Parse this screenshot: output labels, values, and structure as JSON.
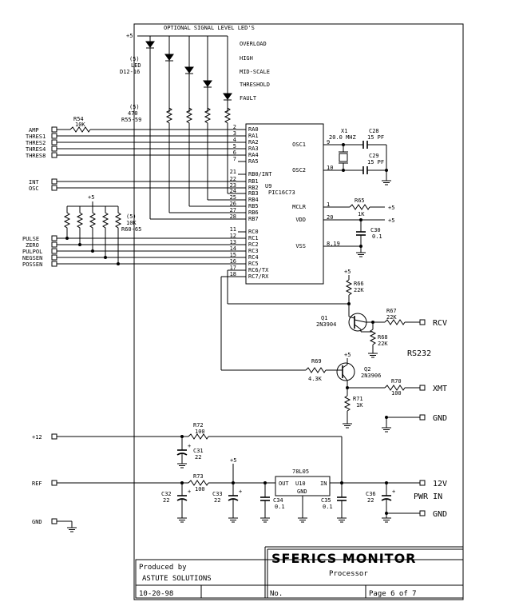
{
  "title_block": {
    "title": "SFERICS MONITOR",
    "subtitle": "Processor",
    "produced_by": "Produced by",
    "company": "ASTUTE SOLUTIONS",
    "date": "10-20-98",
    "number_label": "No.",
    "page": "Page  6 of 7"
  },
  "leds": {
    "header": "OPTIONAL SIGNAL LEVEL LED'S",
    "supply": "+5",
    "count": "(5)",
    "name": "LED",
    "refs": "D12-16",
    "labels": [
      "OVERLOAD",
      "HIGH",
      "MID-SCALE",
      "THRESHOLD",
      "FAULT"
    ],
    "res_count": "(5)",
    "res_value": "470",
    "res_refs": "R55-59"
  },
  "inputs": {
    "analog": [
      "AMP",
      "THRES1",
      "THRES2",
      "THRES4",
      "THRES8"
    ],
    "portb": [
      "INT",
      "OSC"
    ],
    "portc": [
      "PULSE",
      "ZERO",
      "PULPOL",
      "NEGSEN",
      "POSSEN"
    ],
    "r54_ref": "R54",
    "r54_val": "10K",
    "pullup_supply": "+5",
    "pullup_count": "(5)",
    "pullup_val": "10K",
    "pullup_refs": "R60-65"
  },
  "mcu": {
    "ref": "U9",
    "part": "PIC16C73",
    "left_pins": [
      {
        "num": "2",
        "name": "RA0"
      },
      {
        "num": "3",
        "name": "RA1"
      },
      {
        "num": "4",
        "name": "RA2"
      },
      {
        "num": "5",
        "name": "RA3"
      },
      {
        "num": "6",
        "name": "RA4"
      },
      {
        "num": "7",
        "name": "RA5"
      },
      {
        "num": "21",
        "name": "RB0/INT"
      },
      {
        "num": "22",
        "name": "RB1"
      },
      {
        "num": "23",
        "name": "RB2"
      },
      {
        "num": "24",
        "name": "RB3"
      },
      {
        "num": "25",
        "name": "RB4"
      },
      {
        "num": "26",
        "name": "RB5"
      },
      {
        "num": "27",
        "name": "RB6"
      },
      {
        "num": "28",
        "name": "RB7"
      },
      {
        "num": "11",
        "name": "RC0"
      },
      {
        "num": "12",
        "name": "RC1"
      },
      {
        "num": "13",
        "name": "RC2"
      },
      {
        "num": "14",
        "name": "RC3"
      },
      {
        "num": "15",
        "name": "RC4"
      },
      {
        "num": "16",
        "name": "RC5"
      },
      {
        "num": "17",
        "name": "RC6/TX"
      },
      {
        "num": "18",
        "name": "RC7/RX"
      }
    ],
    "right_pins": [
      {
        "num": "9",
        "name": "OSC1"
      },
      {
        "num": "10",
        "name": "OSC2"
      },
      {
        "num": "1",
        "name": "MCLR"
      },
      {
        "num": "20",
        "name": "VDD"
      },
      {
        "num": "8,19",
        "name": "VSS"
      }
    ]
  },
  "oscillator": {
    "x_ref": "X1",
    "x_val": "20.0 MHZ",
    "c28_ref": "C28",
    "c28_val": "15 PF",
    "c29_ref": "C29",
    "c29_val": "15 PF"
  },
  "mclr": {
    "r65_ref": "R65",
    "r65_val": "1K",
    "supply": "+5"
  },
  "vdd": {
    "supply": "+5",
    "c30_ref": "C30",
    "c30_val": "0.1"
  },
  "rs232": {
    "label": "RS232",
    "r66_ref": "R66",
    "r66_val": "22K",
    "r66_supply": "+5",
    "q1_ref": "Q1",
    "q1_part": "2N3904",
    "r67_ref": "R67",
    "r67_val": "22K",
    "r68_ref": "R68",
    "r68_val": "22K",
    "rcv": "RCV",
    "r69_ref": "R69",
    "r69_val": "4.3K",
    "q2_supply": "+5",
    "q2_ref": "Q2",
    "q2_part": "2N3906",
    "r70_ref": "R70",
    "r70_val": "100",
    "xmt": "XMT",
    "r71_ref": "R71",
    "r71_val": "1K",
    "gnd": "GND"
  },
  "power": {
    "p12": "+12",
    "r72_ref": "R72",
    "r72_val": "100",
    "c31_ref": "C31",
    "c31_val": "22",
    "ref_label": "REF",
    "r73_ref": "R73",
    "r73_val": "100",
    "c32_ref": "C32",
    "c32_val": "22",
    "c33_supply": "+5",
    "c33_ref": "C33",
    "c33_val": "22",
    "c34_ref": "C34",
    "c34_val": "0.1",
    "reg_part": "78L05",
    "reg_out": "OUT",
    "reg_ref": "U10",
    "reg_in": "IN",
    "reg_gnd": "GND",
    "c35_ref": "C35",
    "c35_val": "0.1",
    "c36_ref": "C36",
    "c36_val": "22",
    "v12": "12V",
    "pwr_in": "PWR IN",
    "gnd": "GND",
    "gnd_left": "GND"
  }
}
